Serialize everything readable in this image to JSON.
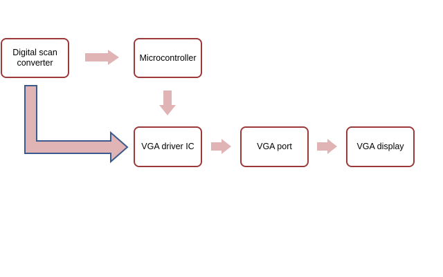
{
  "colors": {
    "box_border": "#9b3838",
    "box_fill": "#ffffff",
    "arrow_fill": "#e0b4b4",
    "bypass_arrow_outline": "#3a5a8c",
    "text": "#000000"
  },
  "nodes": {
    "digital_scan_converter": {
      "line1": "Digital scan",
      "line2": "converter"
    },
    "microcontroller": {
      "label": "Microcontroller"
    },
    "vga_driver_ic": {
      "label": "VGA driver IC"
    },
    "vga_port": {
      "label": "VGA port"
    },
    "vga_display": {
      "label": "VGA display"
    }
  }
}
